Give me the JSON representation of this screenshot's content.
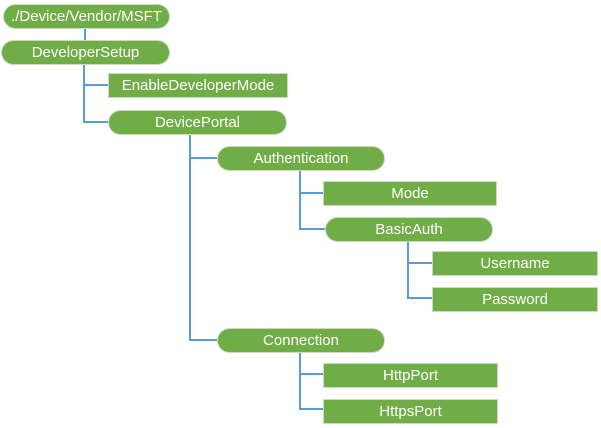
{
  "diagram": {
    "title": "DeveloperSetup CSP tree",
    "colors": {
      "node_fill": "#70AD47",
      "node_border": "#CDD9C4",
      "connector": "#5B9BD5",
      "node_text": "#FFFFFF",
      "background": "#FFFFFF"
    }
  },
  "tree": {
    "nodes": [
      {
        "label": "./Device/Vendor/MSFT",
        "shape": "rounded",
        "parent": null
      },
      {
        "label": "DeveloperSetup",
        "shape": "rounded",
        "parent": "./Device/Vendor/MSFT"
      },
      {
        "label": "EnableDeveloperMode",
        "shape": "rect",
        "parent": "DeveloperSetup"
      },
      {
        "label": "DevicePortal",
        "shape": "rounded",
        "parent": "DeveloperSetup"
      },
      {
        "label": "Authentication",
        "shape": "rounded",
        "parent": "DevicePortal"
      },
      {
        "label": "Mode",
        "shape": "rect",
        "parent": "Authentication"
      },
      {
        "label": "BasicAuth",
        "shape": "rounded",
        "parent": "Authentication"
      },
      {
        "label": "Username",
        "shape": "rect",
        "parent": "BasicAuth"
      },
      {
        "label": "Password",
        "shape": "rect",
        "parent": "BasicAuth"
      },
      {
        "label": "Connection",
        "shape": "rounded",
        "parent": "DevicePortal"
      },
      {
        "label": "HttpPort",
        "shape": "rect",
        "parent": "Connection"
      },
      {
        "label": "HttpsPort",
        "shape": "rect",
        "parent": "Connection"
      }
    ]
  }
}
